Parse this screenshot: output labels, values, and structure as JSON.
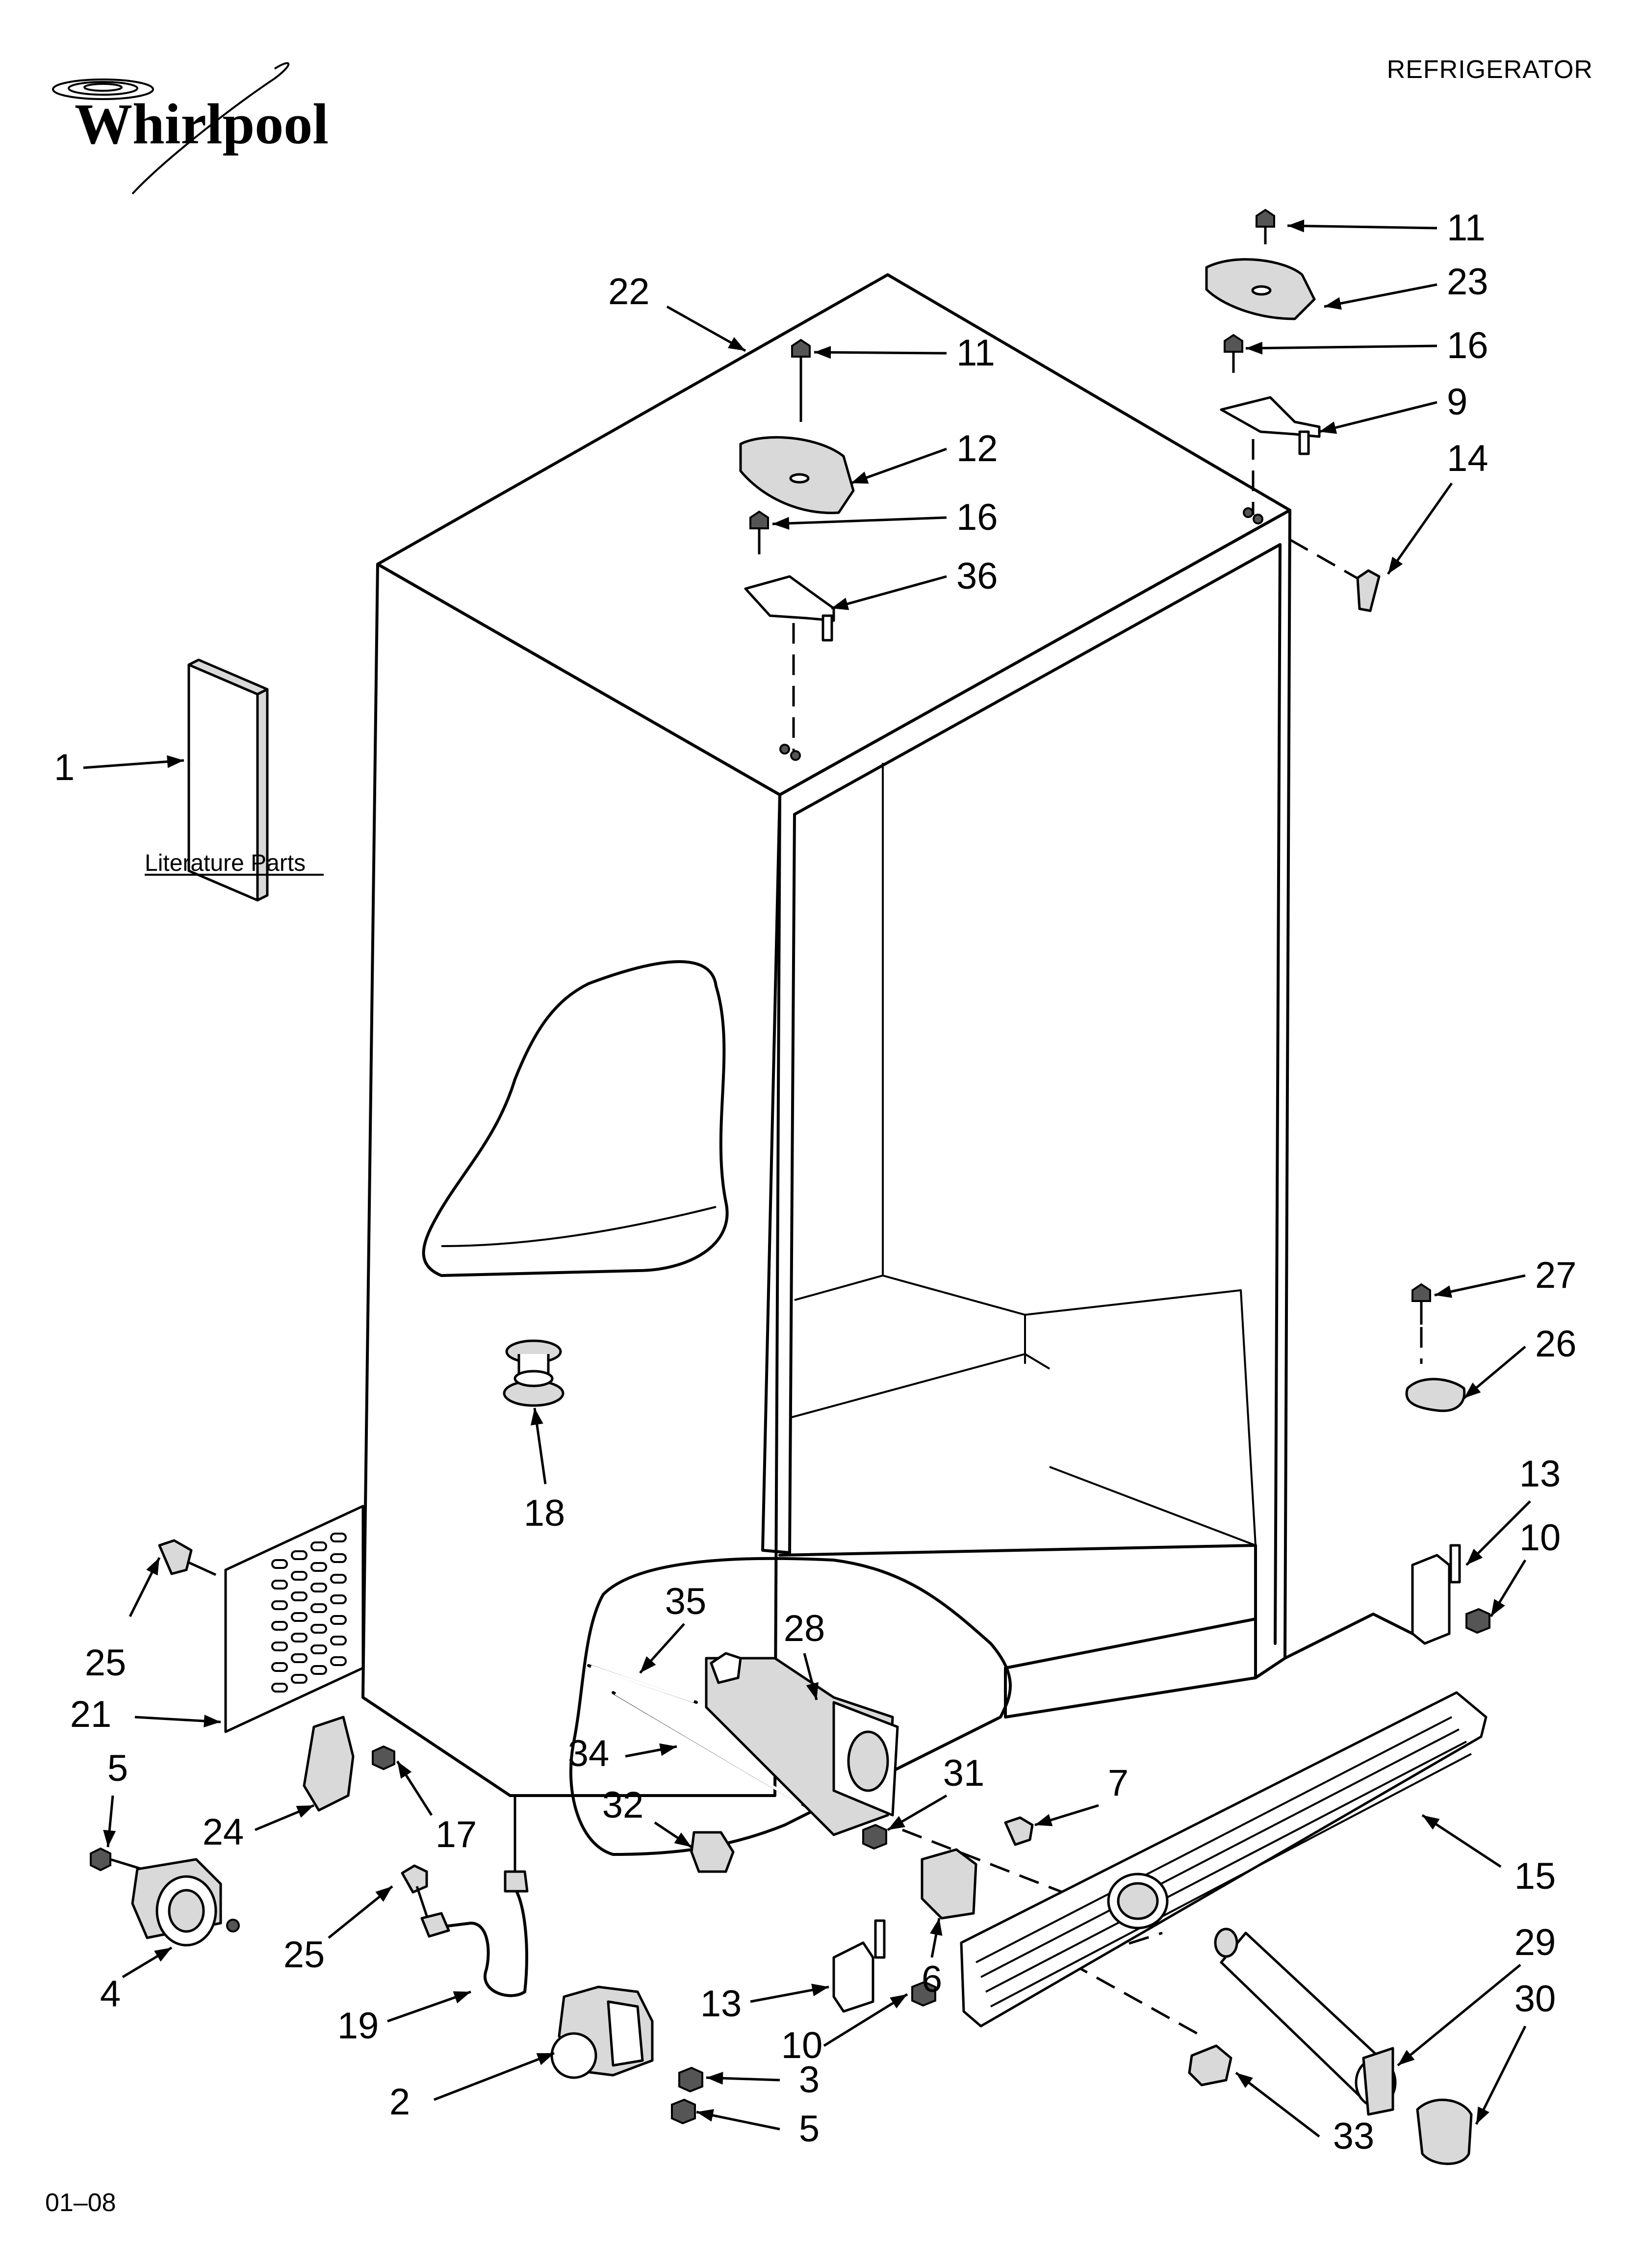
{
  "header": {
    "brand": "Whirlpool",
    "section_title": "REFRIGERATOR"
  },
  "footer": {
    "code": "01–08"
  },
  "literature": {
    "caption": "Literature Parts"
  },
  "callouts": [
    {
      "id": "c11a",
      "num": "11"
    },
    {
      "id": "c23",
      "num": "23"
    },
    {
      "id": "c16a",
      "num": "16"
    },
    {
      "id": "c9",
      "num": "9"
    },
    {
      "id": "c14",
      "num": "14"
    },
    {
      "id": "c22",
      "num": "22"
    },
    {
      "id": "c11b",
      "num": "11"
    },
    {
      "id": "c12",
      "num": "12"
    },
    {
      "id": "c16b",
      "num": "16"
    },
    {
      "id": "c36",
      "num": "36"
    },
    {
      "id": "c1",
      "num": "1"
    },
    {
      "id": "c27",
      "num": "27"
    },
    {
      "id": "c26",
      "num": "26"
    },
    {
      "id": "c18",
      "num": "18"
    },
    {
      "id": "c13a",
      "num": "13"
    },
    {
      "id": "c10a",
      "num": "10"
    },
    {
      "id": "c35",
      "num": "35"
    },
    {
      "id": "c28",
      "num": "28"
    },
    {
      "id": "c25a",
      "num": "25"
    },
    {
      "id": "c21",
      "num": "21"
    },
    {
      "id": "c5a",
      "num": "5"
    },
    {
      "id": "c34",
      "num": "34"
    },
    {
      "id": "c31",
      "num": "31"
    },
    {
      "id": "c7",
      "num": "7"
    },
    {
      "id": "c24",
      "num": "24"
    },
    {
      "id": "c17",
      "num": "17"
    },
    {
      "id": "c32",
      "num": "32"
    },
    {
      "id": "c15",
      "num": "15"
    },
    {
      "id": "c25b",
      "num": "25"
    },
    {
      "id": "c29",
      "num": "29"
    },
    {
      "id": "c6",
      "num": "6"
    },
    {
      "id": "c30",
      "num": "30"
    },
    {
      "id": "c4",
      "num": "4"
    },
    {
      "id": "c19",
      "num": "19"
    },
    {
      "id": "c13b",
      "num": "13"
    },
    {
      "id": "c10b",
      "num": "10"
    },
    {
      "id": "c2",
      "num": "2"
    },
    {
      "id": "c3",
      "num": "3"
    },
    {
      "id": "c5b",
      "num": "5"
    },
    {
      "id": "c33",
      "num": "33"
    }
  ]
}
